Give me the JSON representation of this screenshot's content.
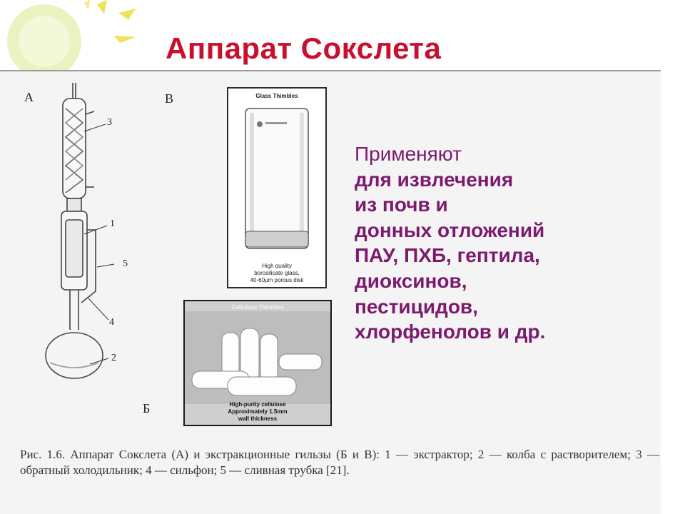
{
  "slide": {
    "title": "Аппарат Сокслета",
    "title_color": "#c8102e",
    "text_color": "#7b1a6e"
  },
  "info_lines": [
    "Применяют",
    "для извлечения",
    "из почв и",
    "донных отложений",
    "ПАУ, ПХБ, гептила,",
    "диоксинов,",
    "пестицидов,",
    "хлорфенолов и др."
  ],
  "figure": {
    "panel_labels": {
      "a": "А",
      "b": "Б",
      "v": "В"
    },
    "part_numbers": [
      "3",
      "1",
      "5",
      "4",
      "2"
    ],
    "glass_photo": {
      "header": "Glass Thimbles",
      "caption_lines": [
        "High quality",
        "borosilicate glass,",
        "40-60µm porous disk"
      ]
    },
    "cellulose_photo": {
      "header": "Cellulose Thimbles",
      "caption_lines": [
        "High-purity cellulose",
        "Approximately 1.5mm",
        "wall thickness"
      ]
    },
    "caption": "Рис. 1.6. Аппарат Сокслета (А) и экстракционные гильзы (Б и В): 1 — экстрактор; 2 — колба с растворителем; 3 — обратный холодильник; 4 — сильфон; 5 — сливная трубка [21]."
  }
}
